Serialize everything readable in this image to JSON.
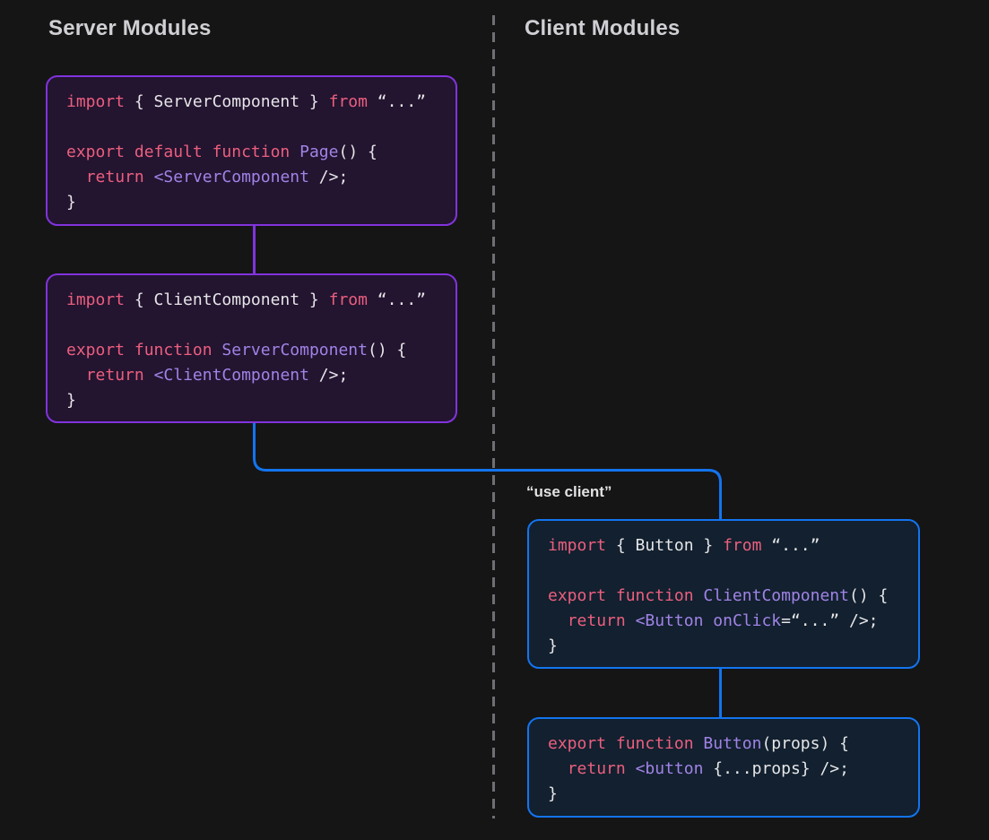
{
  "headers": {
    "server": "Server Modules",
    "client": "Client Modules"
  },
  "labels": {
    "use_client": "“use client”"
  },
  "colors": {
    "page_bg": "#151515",
    "heading": "#cfcfd4",
    "purple_border": "#8133dd",
    "purple_bg": "#231430",
    "blue_border": "#1374ef",
    "blue_bg": "#12202f",
    "keyword": "#ec5f7e",
    "identifier": "#a183e6",
    "plain": "#e6e6e8",
    "dashed_line": "#6e6e74"
  },
  "boxes": [
    {
      "name": "server-page-module",
      "side": "server",
      "code": [
        [
          [
            "kw",
            "import"
          ],
          [
            "pl",
            " { ServerComponent } "
          ],
          [
            "kw",
            "from"
          ],
          [
            "pl",
            " “...”"
          ]
        ],
        [],
        [
          [
            "kw",
            "export"
          ],
          [
            "pl",
            " "
          ],
          [
            "kw",
            "default"
          ],
          [
            "pl",
            " "
          ],
          [
            "kw",
            "function"
          ],
          [
            "pl",
            " "
          ],
          [
            "id",
            "Page"
          ],
          [
            "pl",
            "() {"
          ]
        ],
        [
          [
            "pl",
            "  "
          ],
          [
            "kw",
            "return"
          ],
          [
            "pl",
            " "
          ],
          [
            "id",
            "<ServerComponent"
          ],
          [
            "pl",
            " />;"
          ]
        ],
        [
          [
            "pl",
            "}"
          ]
        ]
      ]
    },
    {
      "name": "server-component-module",
      "side": "server",
      "code": [
        [
          [
            "kw",
            "import"
          ],
          [
            "pl",
            " { ClientComponent } "
          ],
          [
            "kw",
            "from"
          ],
          [
            "pl",
            " “...”"
          ]
        ],
        [],
        [
          [
            "kw",
            "export"
          ],
          [
            "pl",
            " "
          ],
          [
            "kw",
            "function"
          ],
          [
            "pl",
            " "
          ],
          [
            "id",
            "ServerComponent"
          ],
          [
            "pl",
            "() {"
          ]
        ],
        [
          [
            "pl",
            "  "
          ],
          [
            "kw",
            "return"
          ],
          [
            "pl",
            " "
          ],
          [
            "id",
            "<ClientComponent"
          ],
          [
            "pl",
            " />;"
          ]
        ],
        [
          [
            "pl",
            "}"
          ]
        ]
      ]
    },
    {
      "name": "client-component-module",
      "side": "client",
      "code": [
        [
          [
            "kw",
            "import"
          ],
          [
            "pl",
            " { Button } "
          ],
          [
            "kw",
            "from"
          ],
          [
            "pl",
            " “...”"
          ]
        ],
        [],
        [
          [
            "kw",
            "export"
          ],
          [
            "pl",
            " "
          ],
          [
            "kw",
            "function"
          ],
          [
            "pl",
            " "
          ],
          [
            "id",
            "ClientComponent"
          ],
          [
            "pl",
            "() {"
          ]
        ],
        [
          [
            "pl",
            "  "
          ],
          [
            "kw",
            "return"
          ],
          [
            "pl",
            " "
          ],
          [
            "id",
            "<Button"
          ],
          [
            "pl",
            " "
          ],
          [
            "id",
            "onClick"
          ],
          [
            "pl",
            "=“...” />;"
          ]
        ],
        [
          [
            "pl",
            "}"
          ]
        ]
      ]
    },
    {
      "name": "button-module",
      "side": "client",
      "code": [
        [
          [
            "kw",
            "export"
          ],
          [
            "pl",
            " "
          ],
          [
            "kw",
            "function"
          ],
          [
            "pl",
            " "
          ],
          [
            "id",
            "Button"
          ],
          [
            "pl",
            "(props) {"
          ]
        ],
        [
          [
            "pl",
            "  "
          ],
          [
            "kw",
            "return"
          ],
          [
            "pl",
            " "
          ],
          [
            "id",
            "<button"
          ],
          [
            "pl",
            " {...props} />;"
          ]
        ],
        [
          [
            "pl",
            "}"
          ]
        ]
      ]
    }
  ]
}
